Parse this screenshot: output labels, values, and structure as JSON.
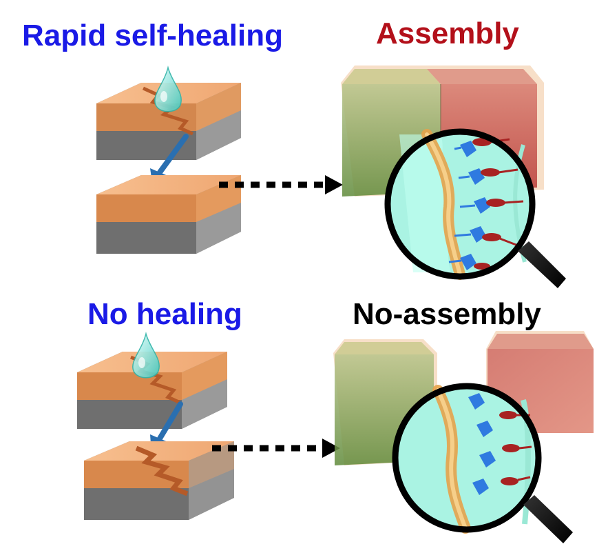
{
  "labels": {
    "rapid_self_healing": "Rapid self-healing",
    "assembly": "Assembly",
    "no_healing": "No healing",
    "no_assembly": "No-assembly"
  },
  "colors": {
    "healing_label": "#1a1ae6",
    "assembly_label": "#b3101a",
    "no_assembly_label": "#000000",
    "film_top": "#f5b27a",
    "film_edge": "#d8804a",
    "substrate": "#8c8c8c",
    "arrow_blue": "#2a6fb0",
    "gel_green": "#8fa85a",
    "gel_red": "#cc5a52",
    "cyan_gel": "#8ff0dc",
    "host_blue": "#2f7ae0",
    "guest_red": "#a82222"
  }
}
